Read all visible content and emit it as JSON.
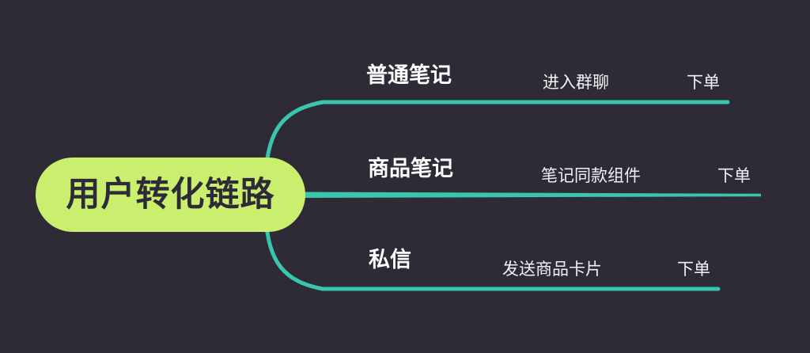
{
  "root": {
    "label": "用户转化链路"
  },
  "branches": [
    {
      "label": "普通笔记",
      "children": [
        {
          "label": "进入群聊"
        },
        {
          "label": "下单"
        }
      ]
    },
    {
      "label": "商品笔记",
      "children": [
        {
          "label": "笔记同款组件"
        },
        {
          "label": "下单"
        }
      ]
    },
    {
      "label": "私信",
      "children": [
        {
          "label": "发送商品卡片"
        },
        {
          "label": "下单"
        }
      ]
    }
  ],
  "colors": {
    "background": "#2e2a36",
    "connector": "#3ac5ae",
    "root_fill": "#caee6d",
    "root_text": "#2e2b38",
    "topic_text": "#ffffff"
  }
}
